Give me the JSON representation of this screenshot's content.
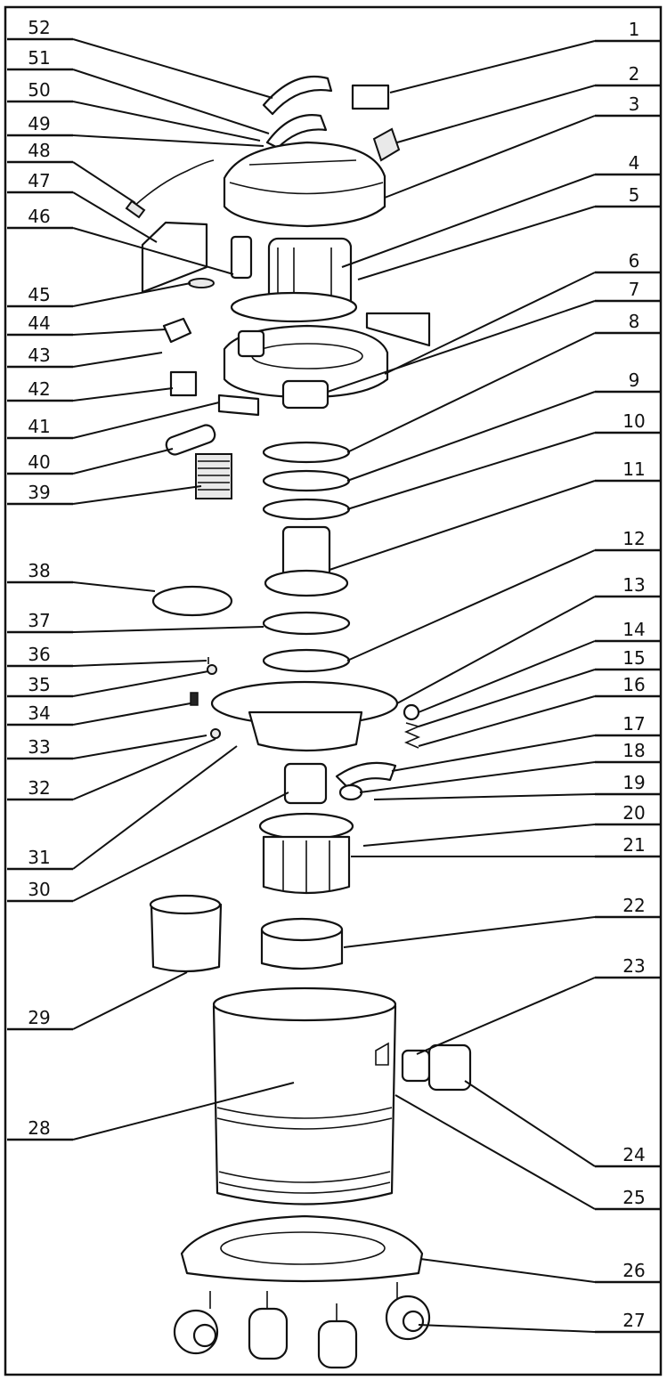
{
  "callouts": {
    "right": [
      "1",
      "2",
      "3",
      "4",
      "5",
      "6",
      "7",
      "8",
      "9",
      "10",
      "11",
      "12",
      "13",
      "14",
      "15",
      "16",
      "17",
      "18",
      "19",
      "20",
      "21",
      "22",
      "23",
      "24",
      "25",
      "26",
      "27"
    ],
    "left": [
      "52",
      "51",
      "50",
      "49",
      "48",
      "47",
      "46",
      "45",
      "44",
      "43",
      "42",
      "41",
      "40",
      "39",
      "38",
      "37",
      "36",
      "35",
      "34",
      "33",
      "32",
      "31",
      "30",
      "29",
      "28"
    ]
  }
}
